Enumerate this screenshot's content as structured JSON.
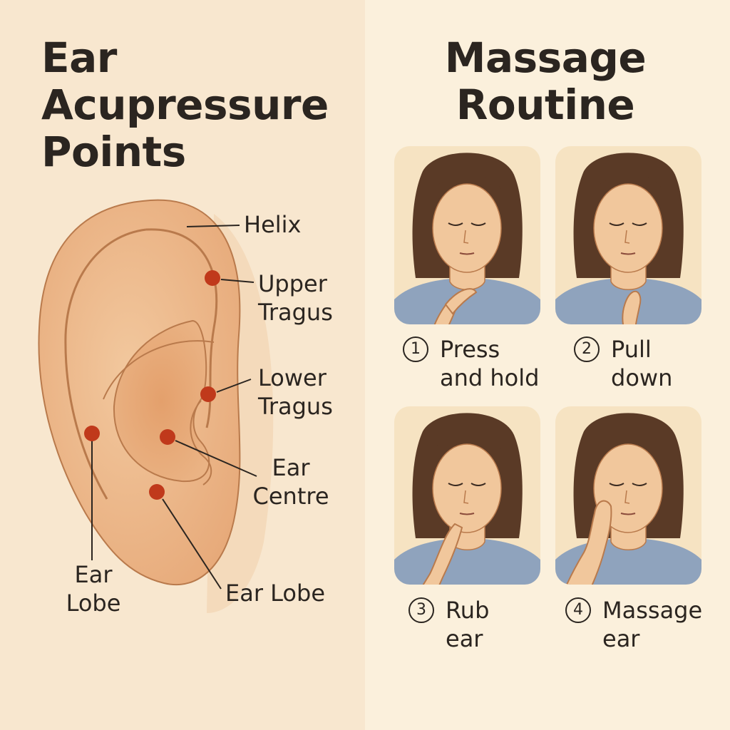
{
  "left": {
    "title_lines": [
      "Ear",
      "Acupressure",
      "Points"
    ],
    "labels": {
      "helix": [
        "Helix"
      ],
      "upper_tragus": [
        "Upper",
        "Tragus"
      ],
      "lower_tragus": [
        "Lower",
        "Tragus"
      ],
      "ear_centre": [
        "Ear",
        "Centre"
      ],
      "ear_lobe_left": [
        "Ear",
        "Lobe"
      ],
      "ear_lobe_right": [
        "Ear Lobe"
      ]
    }
  },
  "right": {
    "title_lines": [
      "Massage",
      "Routine"
    ],
    "steps": [
      {
        "number": "1",
        "lines": [
          "Press",
          "and hold"
        ]
      },
      {
        "number": "2",
        "lines": [
          "Pull",
          "down"
        ]
      },
      {
        "number": "3",
        "lines": [
          "Rub",
          "ear"
        ]
      },
      {
        "number": "4",
        "lines": [
          "Massage",
          "ear"
        ]
      }
    ]
  },
  "colors": {
    "point": "#c0391b",
    "skin": "#f1c79c",
    "hair": "#5a3a26",
    "shirt": "#8fa3bd"
  }
}
